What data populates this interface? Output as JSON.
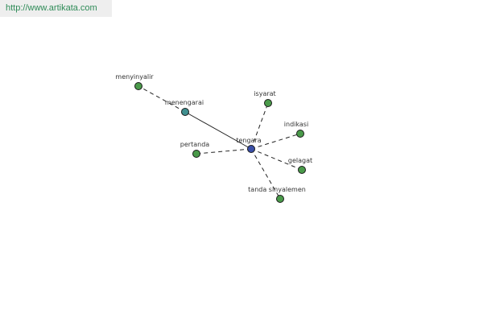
{
  "source": {
    "url": "http://www.artikata.com"
  },
  "graph": {
    "center": "tengara",
    "nodes": [
      {
        "id": "tengara",
        "label": "tengara",
        "color": "#3a4fa8"
      },
      {
        "id": "menengarai",
        "label": "menengarai",
        "color": "#3f8f8f"
      },
      {
        "id": "menyinyalir",
        "label": "menyinyalir",
        "color": "#4a9a4a"
      },
      {
        "id": "isyarat",
        "label": "isyarat",
        "color": "#4a9a4a"
      },
      {
        "id": "indikasi",
        "label": "indikasi",
        "color": "#4a9a4a"
      },
      {
        "id": "pertanda",
        "label": "pertanda",
        "color": "#4a9a4a"
      },
      {
        "id": "gelagat",
        "label": "gelagat",
        "color": "#4a9a4a"
      },
      {
        "id": "tanda_sinyalemen",
        "label": "tanda sinyalemen",
        "color": "#4a9a4a"
      }
    ],
    "edges": [
      {
        "from": "tengara",
        "to": "menengarai",
        "style": "solid"
      },
      {
        "from": "menengarai",
        "to": "menyinyalir",
        "style": "dashed"
      },
      {
        "from": "tengara",
        "to": "isyarat",
        "style": "dashed"
      },
      {
        "from": "tengara",
        "to": "indikasi",
        "style": "dashed"
      },
      {
        "from": "tengara",
        "to": "pertanda",
        "style": "dashed"
      },
      {
        "from": "tengara",
        "to": "gelagat",
        "style": "dashed"
      },
      {
        "from": "tengara",
        "to": "tanda_sinyalemen",
        "style": "dashed"
      }
    ]
  }
}
